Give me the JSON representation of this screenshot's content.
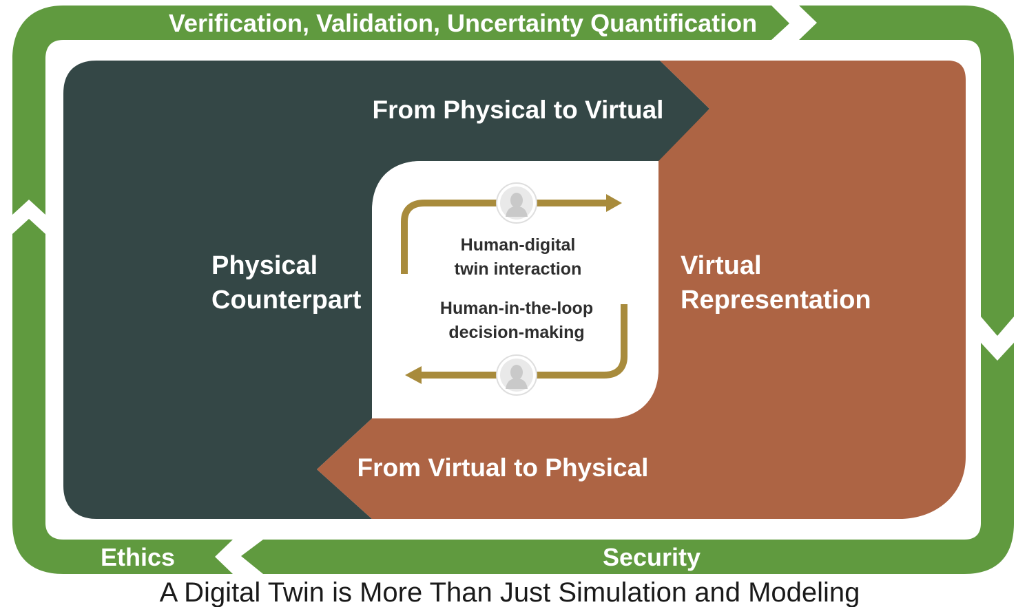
{
  "frame": {
    "top_label": "Verification, Validation, Uncertainty Quantification",
    "bottom_left_label": "Ethics",
    "bottom_right_label": "Security"
  },
  "flows": {
    "physical_to_virtual": "From Physical to Virtual",
    "virtual_to_physical": "From Virtual to Physical"
  },
  "nodes": {
    "physical": {
      "line1": "Physical",
      "line2": "Counterpart"
    },
    "virtual": {
      "line1": "Virtual",
      "line2": "Representation"
    }
  },
  "center": {
    "interaction": {
      "line1": "Human-digital",
      "line2": "twin interaction"
    },
    "decision": {
      "line1": "Human-in-the-loop",
      "line2": "decision-making"
    }
  },
  "caption": "A Digital Twin is More Than Just Simulation and Modeling",
  "colors": {
    "frame_green": "#609a3f",
    "physical_dark": "#344746",
    "virtual_rust": "#ad6444",
    "loop_gold": "#a88b3c",
    "person_grey": "#c9c9c9"
  }
}
